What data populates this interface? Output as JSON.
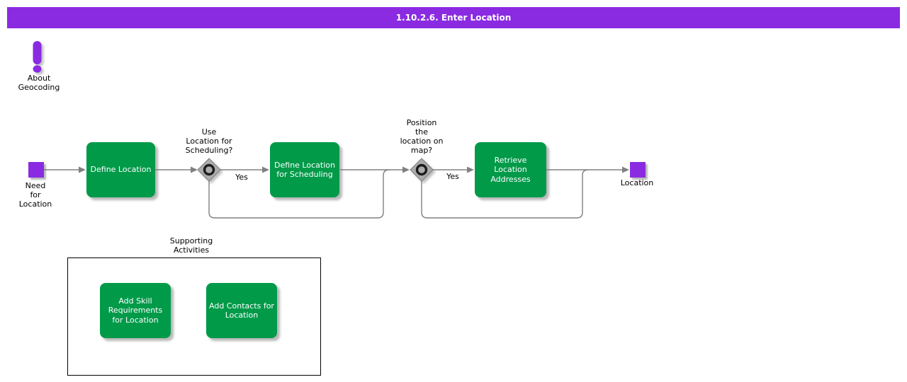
{
  "title": "1.10.2.6. Enter Location",
  "colors": {
    "accent_purple": "#8A2BE2",
    "node_green": "#009A49",
    "connector_gray": "#808080",
    "diamond_gray": "#ACACAC"
  },
  "about": {
    "icon": "exclamation-icon",
    "label": "About\nGeocoding"
  },
  "flow": {
    "start_label": "Need\nfor\nLocation",
    "end_label": "Location",
    "tasks": [
      {
        "label": "Define Location"
      },
      {
        "label": "Define Location\nfor Scheduling"
      },
      {
        "label": "Retrieve\nLocation\nAddresses"
      }
    ],
    "decisions": [
      {
        "question": "Use\nLocation for\nScheduling?",
        "yes_label": "Yes"
      },
      {
        "question": "Position\nthe\nlocation on\nmap?",
        "yes_label": "Yes"
      }
    ]
  },
  "supporting": {
    "title": "Supporting\nActivities",
    "tasks": [
      {
        "label": "Add Skill\nRequirements\nfor Location"
      },
      {
        "label": "Add Contacts for\nLocation"
      }
    ]
  }
}
